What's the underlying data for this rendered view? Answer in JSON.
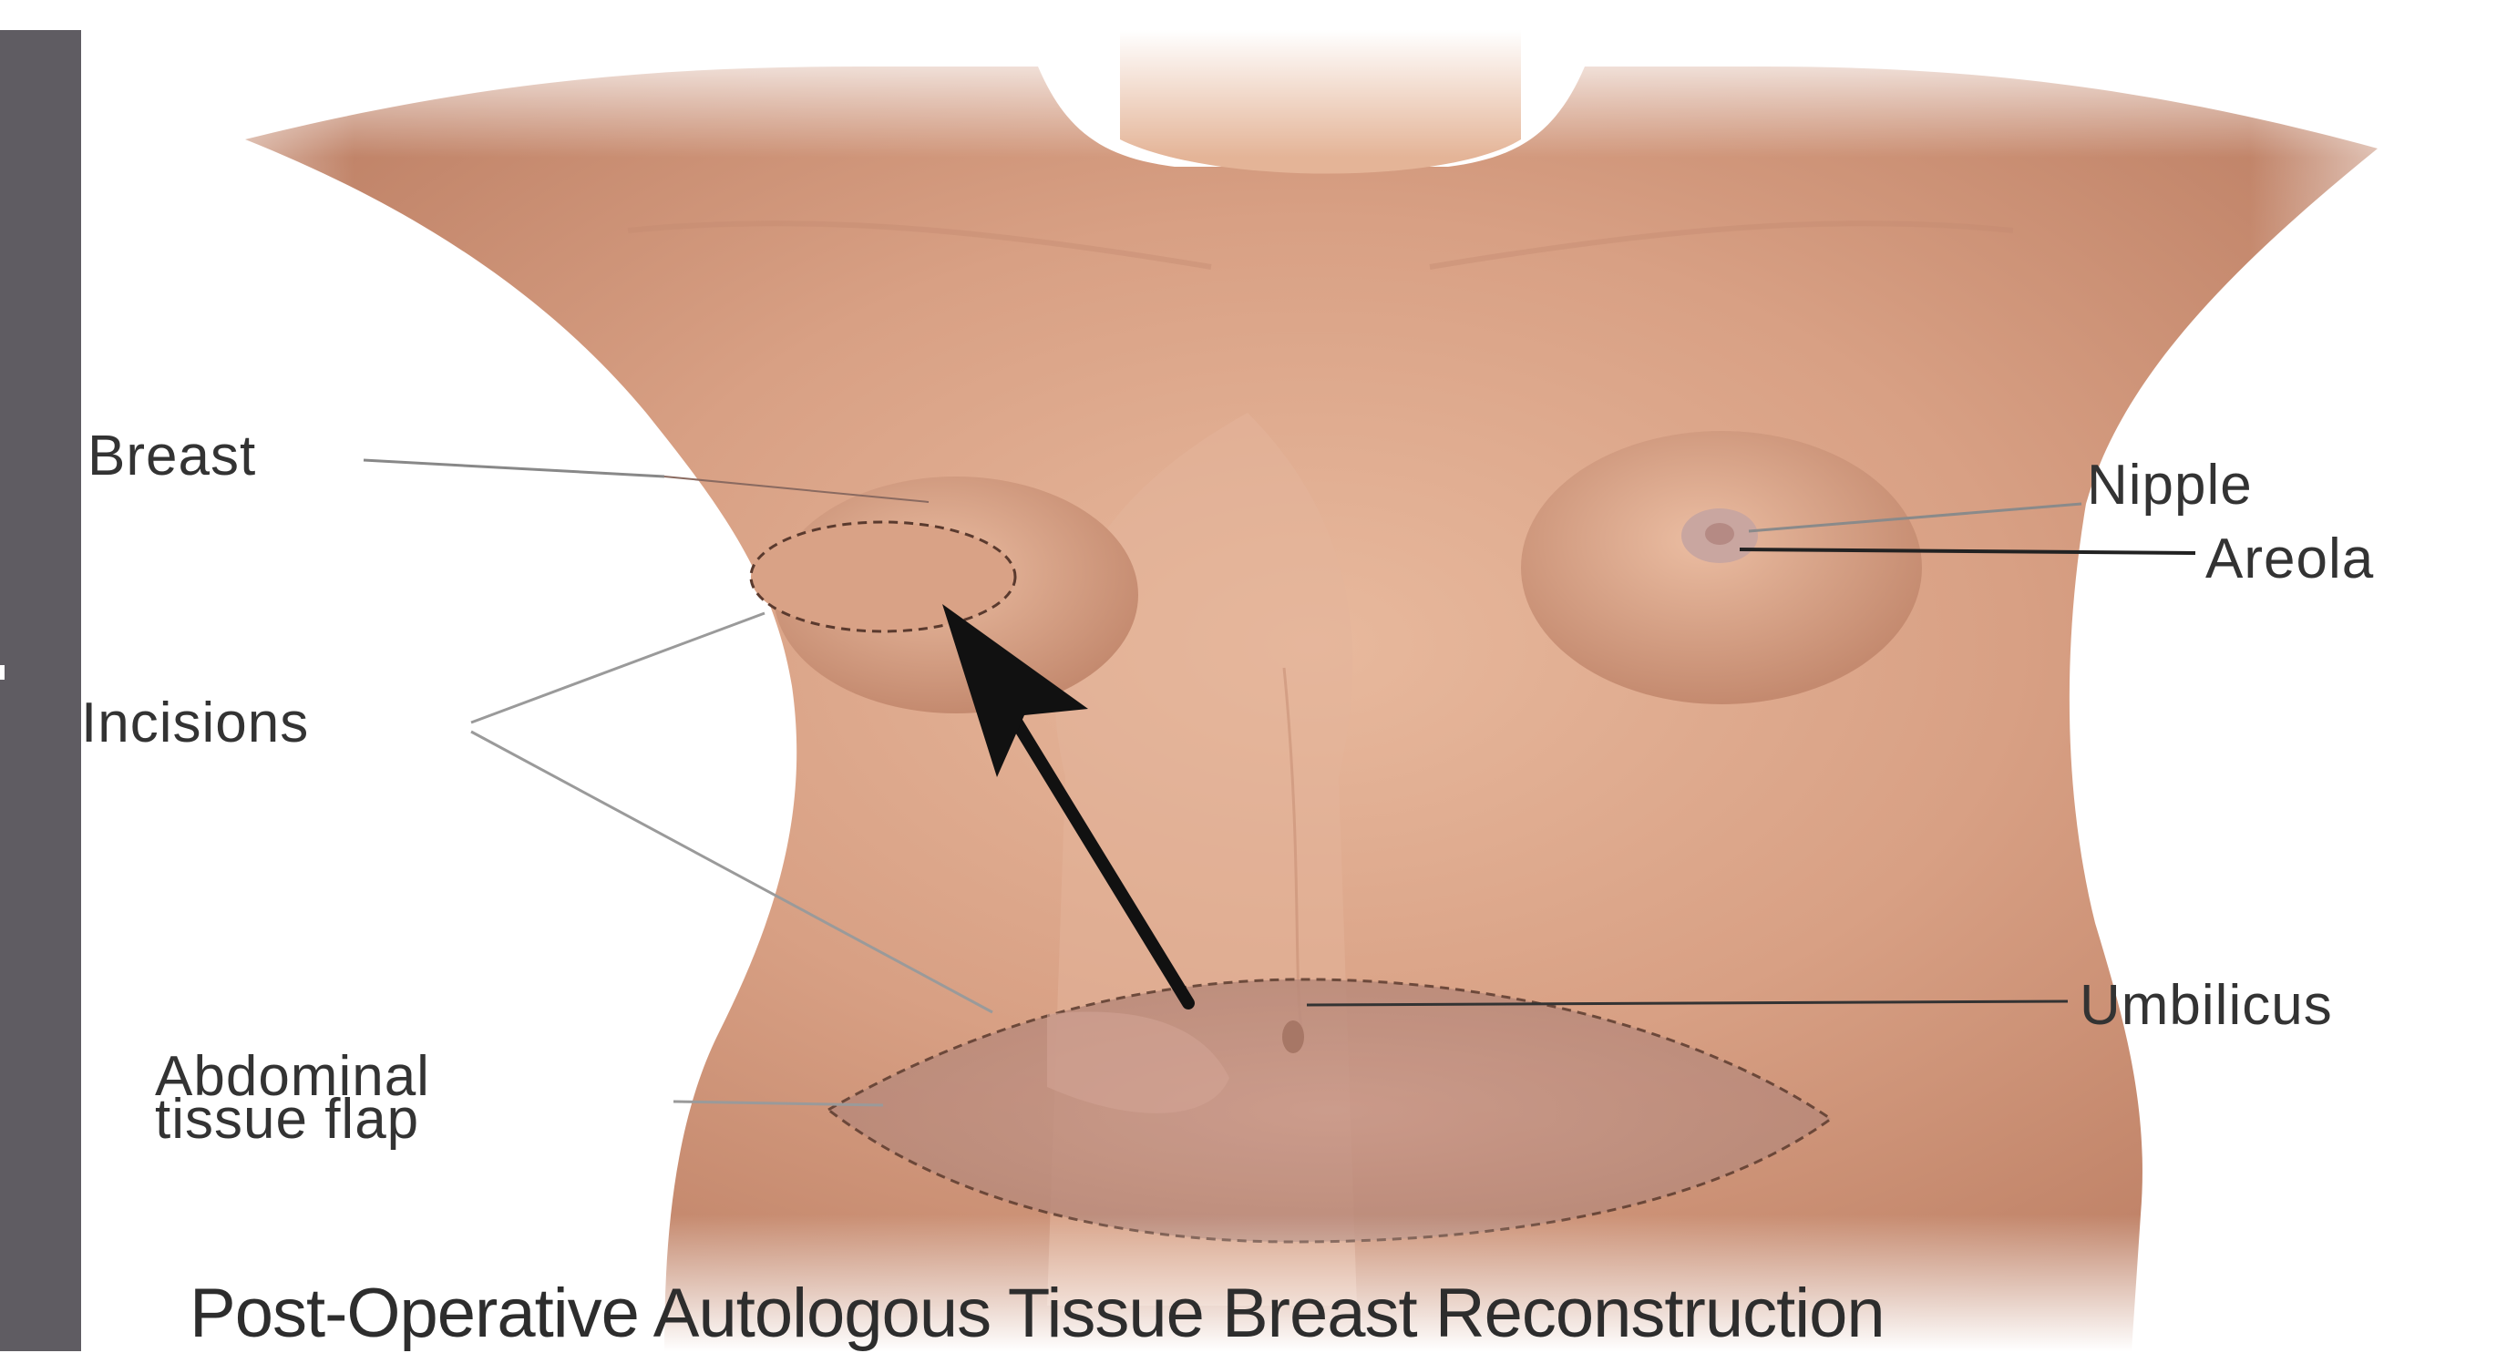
{
  "labels": {
    "breast": "Breast",
    "incisions": "Incisions",
    "nipple": "Nipple",
    "areola": "Areola",
    "umbilicus": "Umbilicus",
    "flap_line1": "Abdominal",
    "flap_line2": "tissue flap"
  },
  "caption": "Post-Operative Autologous Tissue Breast Reconstruction",
  "colors": {
    "skin": "#d9a58a",
    "skin_shadow": "#b98069",
    "sidebar": "#5f5c62",
    "text": "#333333",
    "arrow": "#111111"
  }
}
